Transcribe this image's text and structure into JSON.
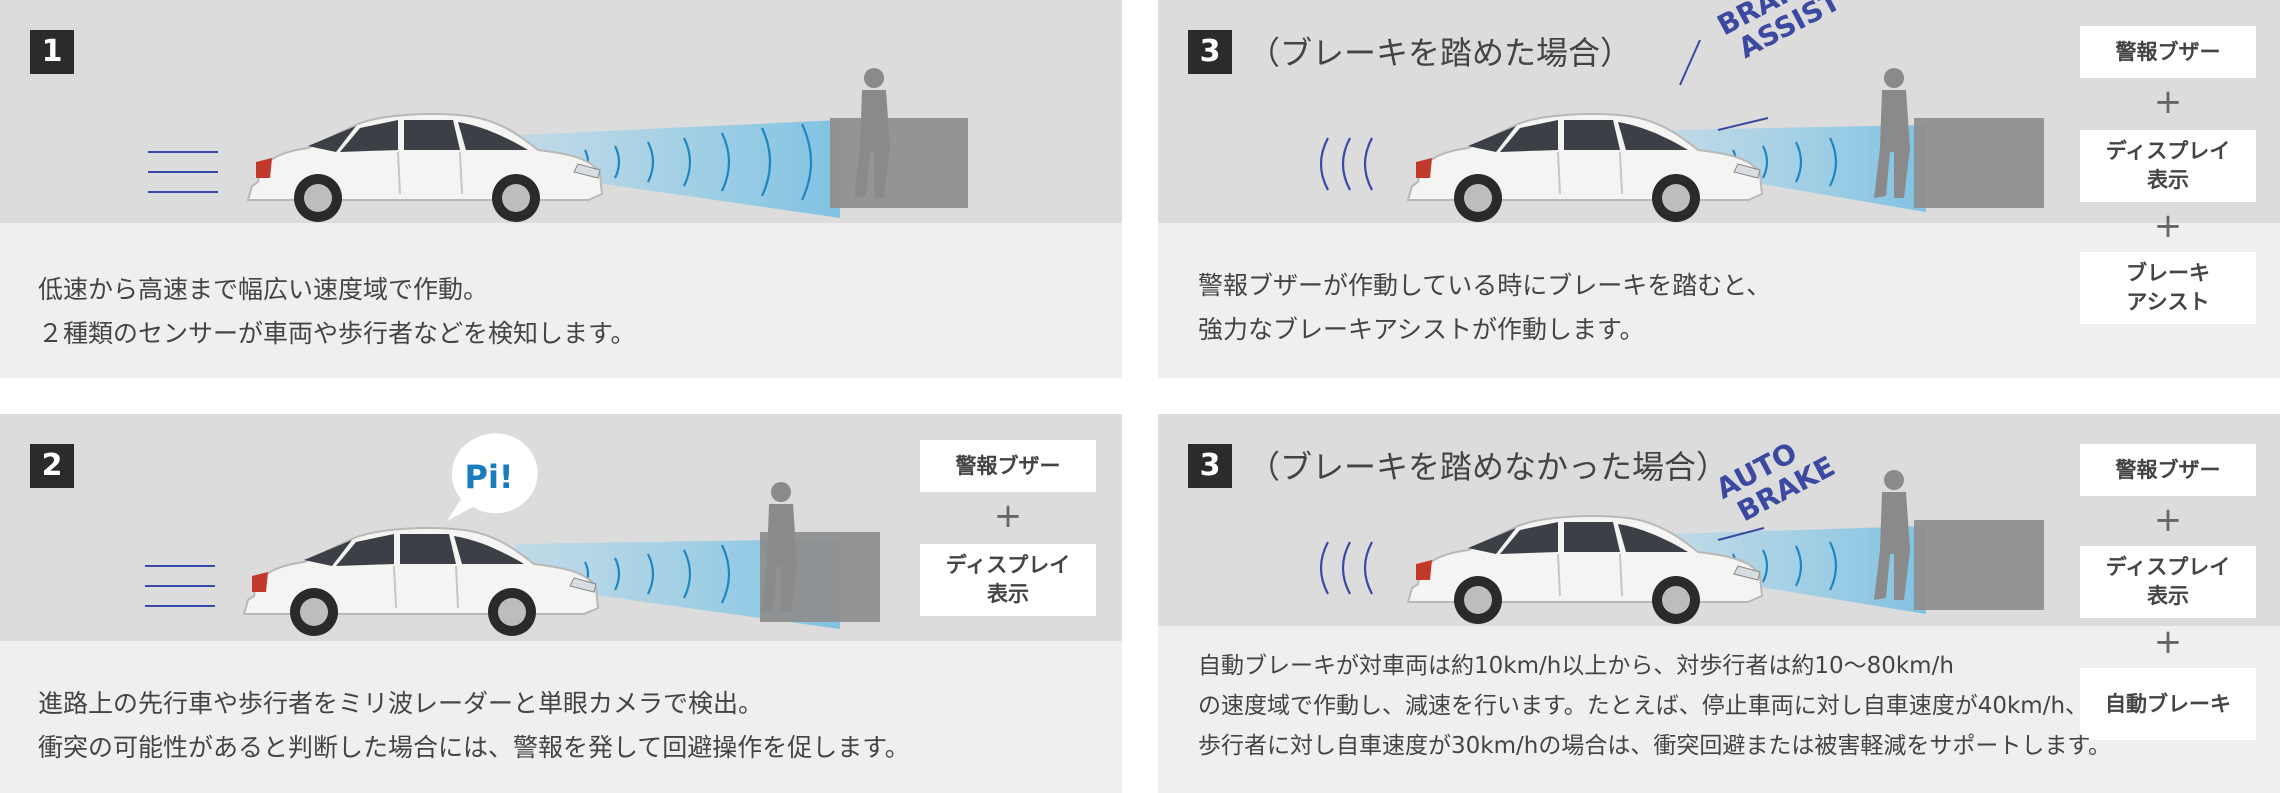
{
  "panels": [
    {
      "step": "1",
      "heading": "",
      "desc": [
        "低速から高速まで幅広い速度域で作動。",
        "２種類のセンサーが車両や歩行者などを検知します。"
      ],
      "badges": []
    },
    {
      "step": "2",
      "heading": "",
      "bubble": "Pi!",
      "desc": [
        "進路上の先行車や歩行者をミリ波レーダーと単眼カメラで検出。",
        "衝突の可能性があると判断した場合には、警報を発して回避操作を促します。"
      ],
      "badges": [
        "警報ブザー",
        "ディスプレイ\n表示"
      ]
    },
    {
      "step": "3",
      "heading": "（ブレーキを踏めた場合）",
      "stamp": [
        "BRAKE",
        "ASSIST"
      ],
      "desc": [
        "警報ブザーが作動している時にブレーキを踏むと、",
        "強力なブレーキアシストが作動します。"
      ],
      "badges": [
        "警報ブザー",
        "ディスプレイ\n表示",
        "ブレーキ\nアシスト"
      ]
    },
    {
      "step": "3",
      "heading": "（ブレーキを踏めなかった場合）",
      "stamp": [
        "AUTO",
        "BRAKE"
      ],
      "desc": [
        "自動ブレーキが対車両は約10km/h以上から、対歩行者は約10～80km/h",
        "の速度域で作動し、減速を行います。たとえば、停止車両に対し自車速度が40km/h、",
        "歩行者に対し自車速度が30km/hの場合は、衝突回避または被害軽減をサポートします。"
      ],
      "badges": [
        "警報ブザー",
        "ディスプレイ\n表示",
        "自動ブレーキ"
      ]
    }
  ],
  "plus_symbol": "+",
  "colors": {
    "beam": "#8ecae6",
    "wave": "#1f86c0",
    "stamp": "#3b4aa0",
    "lines": "#3a48a8",
    "pi": "#1a7bbf"
  }
}
